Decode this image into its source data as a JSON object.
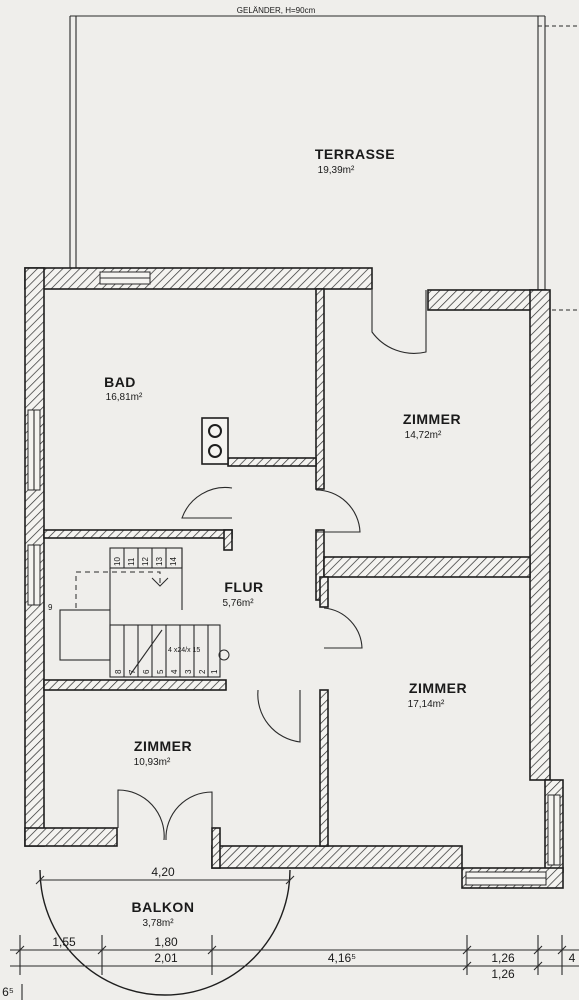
{
  "railing_label": "GELÄNDER, H=90cm",
  "rooms": {
    "terrasse": {
      "name": "TERRASSE",
      "area": "19,39m²"
    },
    "bad": {
      "name": "BAD",
      "area": "16,81m²"
    },
    "zimmer_top_right": {
      "name": "ZIMMER",
      "area": "14,72m²"
    },
    "flur": {
      "name": "FLUR",
      "area": "5,76m²"
    },
    "zimmer_mid_right": {
      "name": "ZIMMER",
      "area": "17,14m²"
    },
    "zimmer_bottom_left": {
      "name": "ZIMMER",
      "area": "10,93m²"
    },
    "balkon": {
      "name": "BALKON",
      "area": "3,78m²"
    }
  },
  "stairs": {
    "upper_steps": [
      "10",
      "11",
      "12",
      "13",
      "14"
    ],
    "lower_steps": [
      "8",
      "7",
      "6",
      "5",
      "4",
      "3",
      "2",
      "1"
    ],
    "side_label": "9",
    "note": "4 x24/x 15"
  },
  "dimensions": {
    "balcony_width": "4,20",
    "d1": "1,55",
    "d2_top": "1,80",
    "d2_bottom": "2,01",
    "d3": "4,16⁵",
    "d4_top": "1,26",
    "d4_bottom": "1,26",
    "d5": "4",
    "bottom_left": "6⁵"
  }
}
